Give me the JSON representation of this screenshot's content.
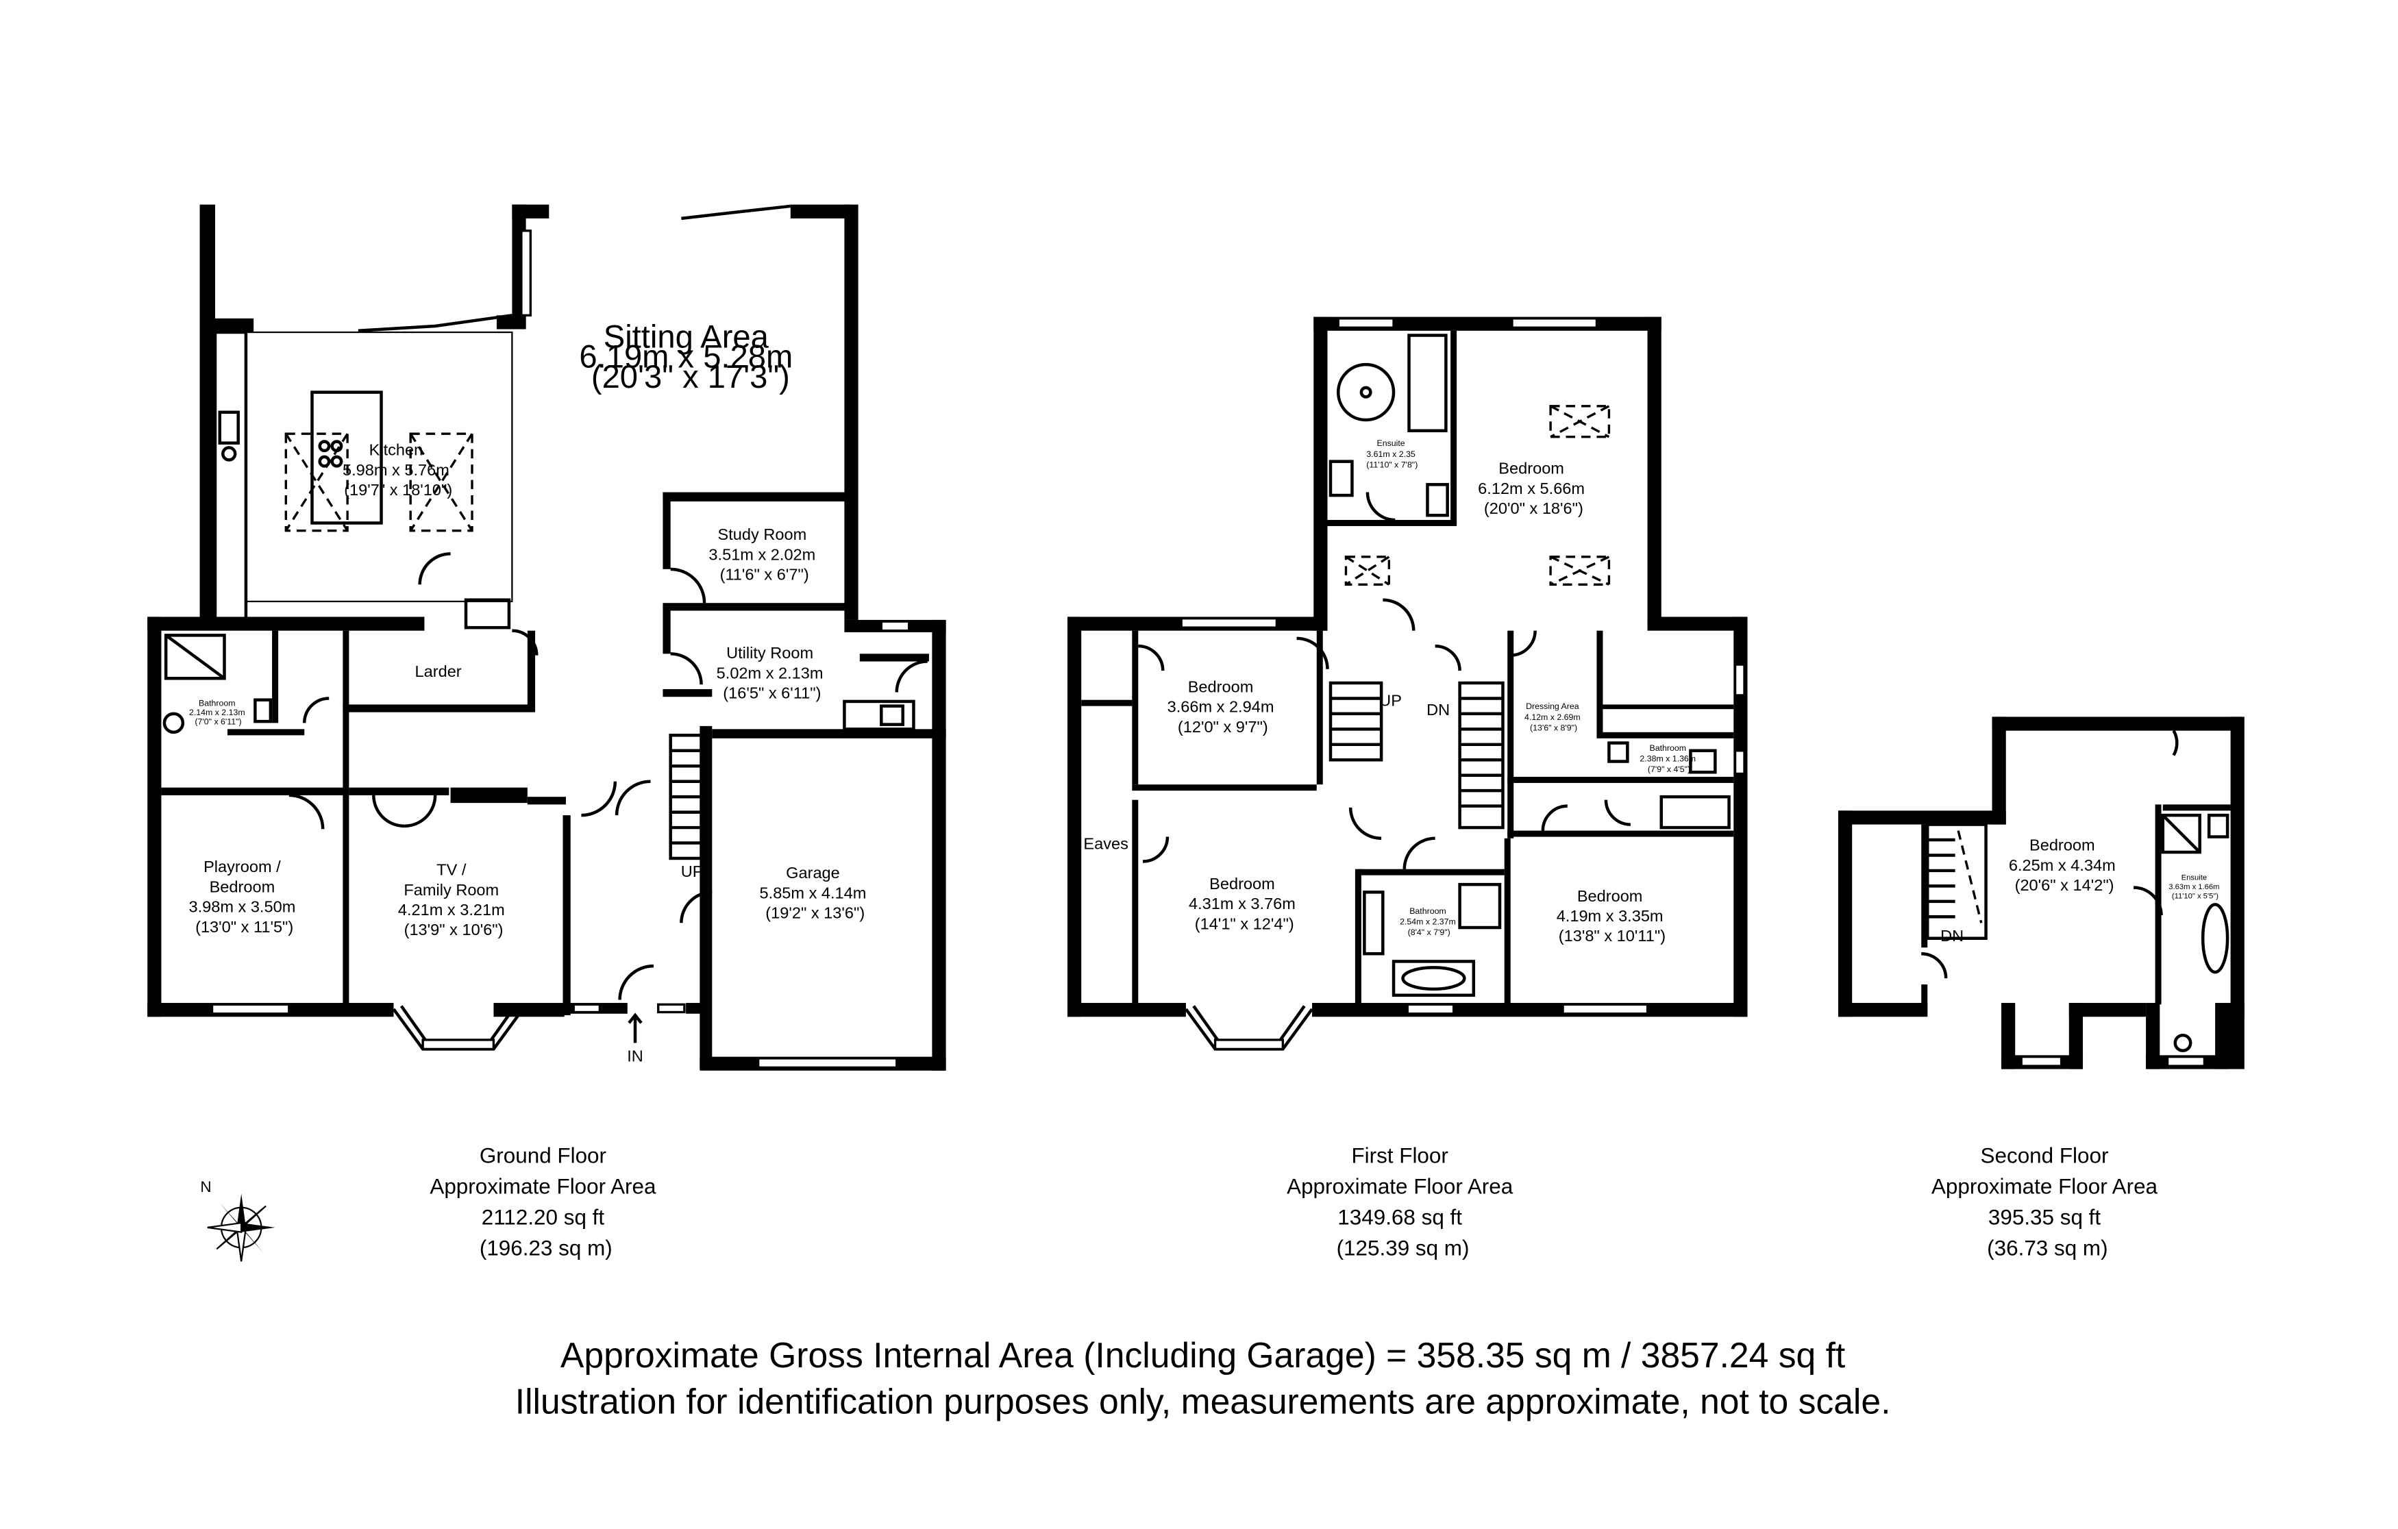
{
  "ground_floor": {
    "caption": [
      "Ground Floor",
      "Approximate Floor Area",
      "2112.20 sq ft",
      "(196.23 sq m)"
    ],
    "rooms": {
      "sitting": [
        "Sitting Area",
        "6.19m x 5.28m",
        "(20'3\" x 17'3\")"
      ],
      "kitchen": [
        "Kitchen",
        "5.98m x 5.76m",
        "(19'7\" x 18'10\")"
      ],
      "study": [
        "Study Room",
        "3.51m x 2.02m",
        "(11'6\" x 6'7\")"
      ],
      "larder": [
        "Larder"
      ],
      "utility": [
        "Utility Room",
        "5.02m x 2.13m",
        "(16'5\" x 6'11\")"
      ],
      "bathroom": [
        "Bathroom",
        "2.14m x 2.13m",
        "(7'0\" x 6'11\")"
      ],
      "playroom": [
        "Playroom /",
        "Bedroom",
        "3.98m x 3.50m",
        "(13'0\" x 11'5\")"
      ],
      "tv": [
        "TV /",
        "Family Room",
        "4.21m x 3.21m",
        "(13'9\" x 10'6\")"
      ],
      "garage": [
        "Garage",
        "5.85m x 4.14m",
        "(19'2\" x 13'6\")"
      ]
    },
    "up": "UP",
    "in": "IN"
  },
  "first_floor": {
    "caption": [
      "First Floor",
      "Approximate Floor Area",
      "1349.68 sq ft",
      "(125.39 sq m)"
    ],
    "rooms": {
      "ensuite": [
        "Ensuite",
        "3.61m x 2.35",
        "(11'10\" x 7'8\")"
      ],
      "bedroom_main": [
        "Bedroom",
        "6.12m x 5.66m",
        "(20'0\" x 18'6\")"
      ],
      "bedroom_a": [
        "Bedroom",
        "3.66m x 2.94m",
        "(12'0\" x 9'7\")"
      ],
      "dressing": [
        "Dressing Area",
        "4.12m x 2.69m",
        "(13'6\" x 8'9\")"
      ],
      "bathroom_a": [
        "Bathroom",
        "2.38m x 1.36m",
        "(7'9\" x 4'5\")"
      ],
      "bedroom_b": [
        "Bedroom",
        "4.31m x 3.76m",
        "(14'1\" x 12'4\")"
      ],
      "bathroom_b": [
        "Bathroom",
        "2.54m x 2.37m",
        "(8'4\" x 7'9\")"
      ],
      "bedroom_c": [
        "Bedroom",
        "4.19m x 3.35m",
        "(13'8\" x 10'11\")"
      ]
    },
    "eaves": "Eaves",
    "up": "UP",
    "dn": "DN"
  },
  "second_floor": {
    "caption": [
      "Second Floor",
      "Approximate Floor Area",
      "395.35 sq ft",
      "(36.73 sq m)"
    ],
    "rooms": {
      "bedroom": [
        "Bedroom",
        "6.25m x 4.34m",
        "(20'6\" x 14'2\")"
      ],
      "ensuite": [
        "Ensuite",
        "3.63m x 1.66m",
        "(11'10\" x 5'5\")"
      ]
    },
    "dn": "DN"
  },
  "compass": "N",
  "footer": [
    "Approximate Gross Internal Area (Including Garage) = 358.35 sq m / 3857.24 sq ft",
    "Illustration for identification purposes only, measurements are approximate, not to scale."
  ]
}
